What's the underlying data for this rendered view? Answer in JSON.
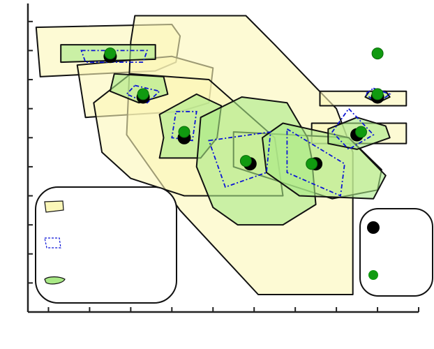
{
  "chart_data": {
    "type": "scatter",
    "title": "",
    "xlabel": "",
    "ylabel": "",
    "xlim": [
      0,
      9.5
    ],
    "ylim": [
      0,
      10.5
    ],
    "xticks": [
      0.5,
      1.5,
      2.5,
      3.5,
      4.5,
      5.5,
      6.5,
      7.5,
      8.5,
      9.5
    ],
    "yticks": [
      1,
      2,
      3,
      4,
      5,
      6,
      7,
      8,
      9,
      10
    ],
    "grid": false,
    "legends": [
      {
        "placement": "bottom-left",
        "entries": [
          "yellow-region",
          "blue-dashed-region",
          "green-region"
        ]
      },
      {
        "placement": "bottom-right",
        "entries": [
          "black-point",
          "green-point"
        ]
      }
    ],
    "colors": {
      "yellow_fill": "#fbf7b8",
      "green_fill": "#a9e986",
      "blue_stroke": "#0a13d6",
      "black_point": "#000000",
      "green_point": "#109a10",
      "outline": "#111111"
    },
    "series": [
      {
        "marker": "black-point",
        "points": [
          [
            2,
            8.8
          ],
          [
            2.8,
            7.4
          ],
          [
            3.8,
            6
          ],
          [
            5.4,
            5.1
          ],
          [
            7,
            5.1
          ],
          [
            8,
            6.1
          ],
          [
            8.5,
            7.4
          ]
        ]
      },
      {
        "marker": "green-point",
        "points": [
          [
            2,
            8.9
          ],
          [
            2.8,
            7.5
          ],
          [
            3.8,
            6.2
          ],
          [
            5.3,
            5.2
          ],
          [
            6.9,
            5.1
          ],
          [
            8.1,
            6.2
          ],
          [
            8.5,
            7.5
          ],
          [
            8.5,
            8.9
          ]
        ]
      }
    ],
    "regions": [
      {
        "kind": "yellow",
        "polygons": [
          [
            [
              0.2,
              9.8
            ],
            [
              3.5,
              9.9
            ],
            [
              3.7,
              9.5
            ],
            [
              3.6,
              8.6
            ],
            [
              3.1,
              8.3
            ],
            [
              0.3,
              8.1
            ]
          ],
          [
            [
              1.2,
              8.5
            ],
            [
              3.5,
              8.8
            ],
            [
              4.5,
              8.4
            ],
            [
              4.4,
              7.2
            ],
            [
              3.7,
              6.9
            ],
            [
              1.4,
              6.7
            ]
          ],
          [
            [
              2.6,
              10.2
            ],
            [
              5.3,
              10.2
            ],
            [
              6,
              9.2
            ],
            [
              7.5,
              7
            ],
            [
              7.9,
              5.5
            ],
            [
              7.9,
              0.6
            ],
            [
              5.6,
              0.6
            ],
            [
              3.7,
              3.5
            ],
            [
              2.4,
              6.1
            ],
            [
              2.5,
              9.3
            ]
          ],
          [
            [
              1.6,
              7.2
            ],
            [
              1.8,
              5.5
            ],
            [
              2.5,
              4.6
            ],
            [
              3.8,
              4
            ],
            [
              6.2,
              4
            ],
            [
              6,
              6
            ],
            [
              4.4,
              8
            ],
            [
              2.5,
              8.2
            ]
          ],
          [
            [
              7.1,
              7.6
            ],
            [
              9.2,
              7.6
            ],
            [
              9.2,
              7.1
            ],
            [
              7.1,
              7.1
            ]
          ],
          [
            [
              6.9,
              6.5
            ],
            [
              9.2,
              6.5
            ],
            [
              9.2,
              5.8
            ],
            [
              6.9,
              5.8
            ]
          ],
          [
            [
              5,
              6.2
            ],
            [
              7.8,
              6
            ],
            [
              8.6,
              4.9
            ],
            [
              8.5,
              4.2
            ],
            [
              7.4,
              3.9
            ],
            [
              5,
              5
            ]
          ]
        ]
      },
      {
        "kind": "blue-dashed",
        "polygons": [
          [
            [
              1.3,
              9
            ],
            [
              2.9,
              9
            ],
            [
              2.8,
              8.6
            ],
            [
              1.4,
              8.6
            ]
          ],
          [
            [
              2.6,
              7.8
            ],
            [
              3.2,
              7.6
            ],
            [
              2.9,
              7.2
            ],
            [
              2.4,
              7.5
            ]
          ],
          [
            [
              3.6,
              6.9
            ],
            [
              4.1,
              6.9
            ],
            [
              4,
              5.9
            ],
            [
              3.5,
              6
            ]
          ],
          [
            [
              4.4,
              5.9
            ],
            [
              5.9,
              6.2
            ],
            [
              5.8,
              4.8
            ],
            [
              4.8,
              4.3
            ]
          ],
          [
            [
              6.3,
              6.3
            ],
            [
              7.7,
              5.1
            ],
            [
              7.6,
              4
            ],
            [
              6.3,
              4.8
            ]
          ],
          [
            [
              7.8,
              7
            ],
            [
              8.4,
              6.1
            ],
            [
              7.8,
              5.6
            ],
            [
              7.4,
              6.2
            ]
          ],
          [
            [
              8.4,
              7.7
            ],
            [
              8.8,
              7.5
            ],
            [
              8.5,
              7.2
            ],
            [
              8.2,
              7.5
            ]
          ]
        ]
      },
      {
        "kind": "green",
        "polygons": [
          [
            [
              0.8,
              9.2
            ],
            [
              3.1,
              9.2
            ],
            [
              3.1,
              8.7
            ],
            [
              0.8,
              8.6
            ]
          ],
          [
            [
              2.1,
              8.2
            ],
            [
              3.3,
              8.1
            ],
            [
              3.4,
              7.5
            ],
            [
              2.7,
              7.2
            ],
            [
              2,
              7.6
            ]
          ],
          [
            [
              3.2,
              6.8
            ],
            [
              4.1,
              7.5
            ],
            [
              4.7,
              7.1
            ],
            [
              4.6,
              6
            ],
            [
              4.2,
              5.3
            ],
            [
              3.2,
              5.3
            ],
            [
              3.3,
              6
            ]
          ],
          [
            [
              4.2,
              6.7
            ],
            [
              5.2,
              7.4
            ],
            [
              6.3,
              7.2
            ],
            [
              6.8,
              6
            ],
            [
              6.9,
              5.3
            ],
            [
              7,
              3.7
            ],
            [
              6.2,
              3
            ],
            [
              5.1,
              3
            ],
            [
              4.5,
              3.6
            ],
            [
              4.1,
              5
            ]
          ],
          [
            [
              5.7,
              6
            ],
            [
              6.2,
              6.5
            ],
            [
              7.8,
              6
            ],
            [
              8.7,
              4.7
            ],
            [
              8.4,
              3.9
            ],
            [
              6.6,
              4
            ],
            [
              5.8,
              4.8
            ]
          ],
          [
            [
              7.3,
              6.3
            ],
            [
              8,
              6.7
            ],
            [
              8.7,
              6.4
            ],
            [
              8.8,
              6
            ],
            [
              8,
              5.6
            ],
            [
              7.3,
              5.8
            ]
          ],
          [
            [
              8.3,
              7.6
            ],
            [
              8.7,
              7.6
            ],
            [
              8.8,
              7.4
            ],
            [
              8.5,
              7.2
            ],
            [
              8.2,
              7.4
            ]
          ]
        ]
      }
    ]
  }
}
